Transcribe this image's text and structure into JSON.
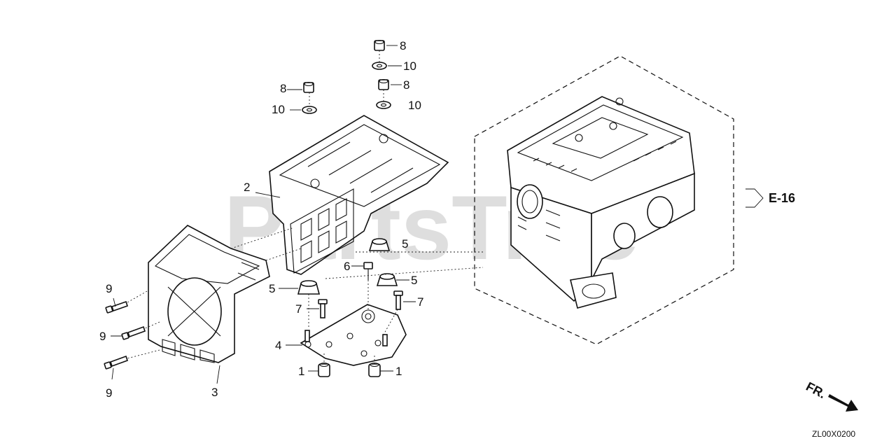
{
  "watermark": {
    "text": "PartsTree",
    "trademark": "™"
  },
  "reference": {
    "label": "E-16"
  },
  "direction": {
    "label": "FR."
  },
  "drawing_code": "ZL00X0200",
  "callouts": {
    "c1a": "1",
    "c1b": "1",
    "c2": "2",
    "c3": "3",
    "c4": "4",
    "c5a": "5",
    "c5b": "5",
    "c5c": "5",
    "c6": "6",
    "c7a": "7",
    "c7b": "7",
    "c8a": "8",
    "c8b": "8",
    "c8c": "8",
    "c9a": "9",
    "c9b": "9",
    "c9c": "9",
    "c10a": "10",
    "c10b": "10",
    "c10c": "10"
  }
}
